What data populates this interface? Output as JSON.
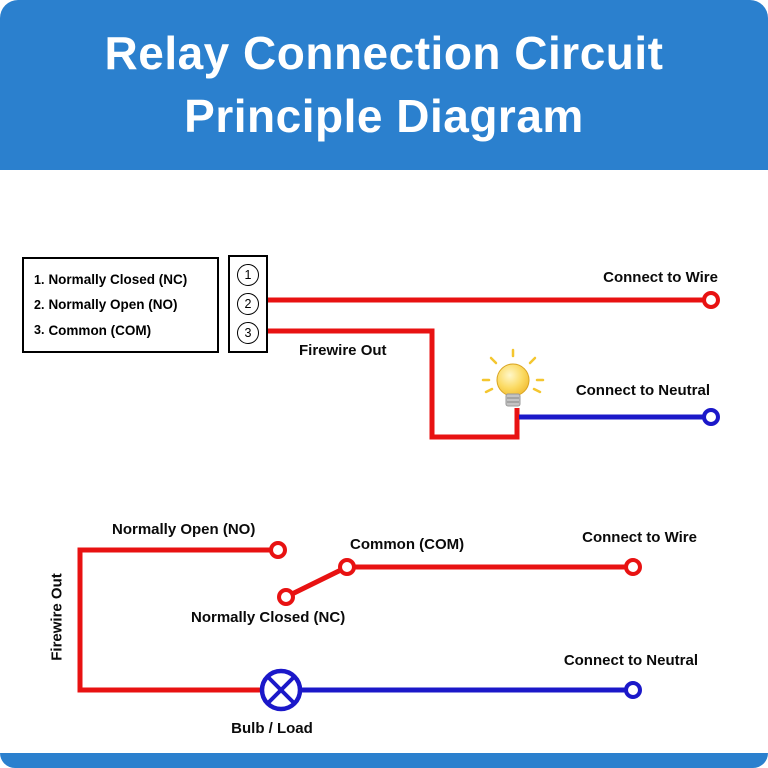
{
  "header": {
    "title_line1": "Relay Connection Circuit",
    "title_line2": "Principle Diagram"
  },
  "colors": {
    "banner_bg": "#2b80ce",
    "wire_live": "#e81212",
    "wire_neutral": "#1b18c9",
    "label_text": "#0a0a0a",
    "bulb_yellow": "#f4c62f"
  },
  "top_diagram": {
    "legend": {
      "items": [
        {
          "num": "1.",
          "label": "Normally Closed (NC)"
        },
        {
          "num": "2.",
          "label": "Normally Open (NO)"
        },
        {
          "num": "3.",
          "label": "Common (COM)"
        }
      ]
    },
    "terminals": [
      "1",
      "2",
      "3"
    ],
    "labels": {
      "connect_to_wire": "Connect to Wire",
      "firewire_out": "Firewire Out",
      "connect_to_neutral": "Connect to Neutral"
    }
  },
  "bottom_diagram": {
    "labels": {
      "normally_open": "Normally Open (NO)",
      "common": "Common (COM)",
      "connect_to_wire": "Connect to Wire",
      "normally_closed": "Normally Closed (NC)",
      "firewire_out": "Firewire Out",
      "connect_to_neutral": "Connect to Neutral",
      "bulb_load": "Bulb / Load"
    }
  }
}
